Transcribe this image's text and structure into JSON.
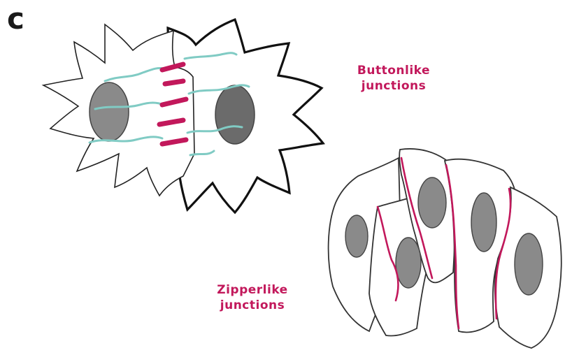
{
  "panel_letter": "c",
  "labels": {
    "button": {
      "line1": "Buttonlike",
      "line2": "junctions"
    },
    "zipper": {
      "line1": "Zipperlike",
      "line2": "junctions"
    }
  },
  "colors": {
    "junction": "#c2185b",
    "label": "#c2185b",
    "filament": "#80cbc4",
    "nucleus_light": "#8a8a8a",
    "nucleus_dark": "#6b6b6b",
    "outline": "#111111"
  }
}
